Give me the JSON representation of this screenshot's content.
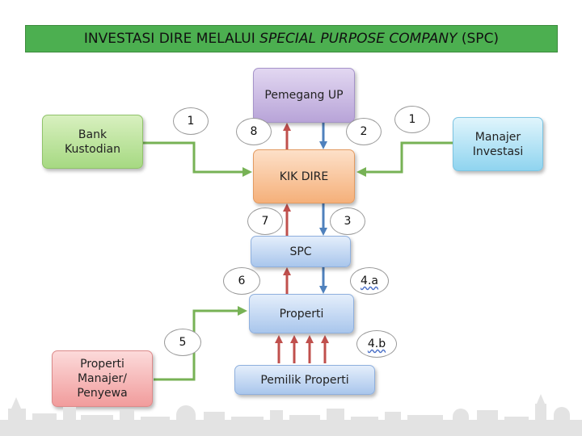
{
  "title": {
    "prefix": "INVESTASI DIRE MELALUI ",
    "italic": "SPECIAL PURPOSE COMPANY",
    "suffix": " (SPC)"
  },
  "boxes": {
    "pemegang_up": "Pemegang UP",
    "bank_kustodian": "Bank\nKustodian",
    "kik_dire": "KIK DIRE",
    "manajer_investasi": "Manajer\nInvestasi",
    "spc": "SPC",
    "properti": "Properti",
    "properti_manajer": "Properti\nManajer/\nPenyewa",
    "pemilik_properti": "Pemilik Properti"
  },
  "step_labels": {
    "bank": "1",
    "manajer": "1",
    "up_to_kik": "2",
    "kik_to_up": "8",
    "kik_to_spc": "3",
    "spc_to_kik": "7",
    "spc_to_properti": "4.a",
    "properti_to_spc": "6",
    "penyewa": "5",
    "pemilik": "4.b"
  },
  "colors": {
    "title_bar": "#4caf50",
    "arrow_red": "#c0504d",
    "arrow_blue": "#4f81bd",
    "arrow_green": "#77b255"
  }
}
